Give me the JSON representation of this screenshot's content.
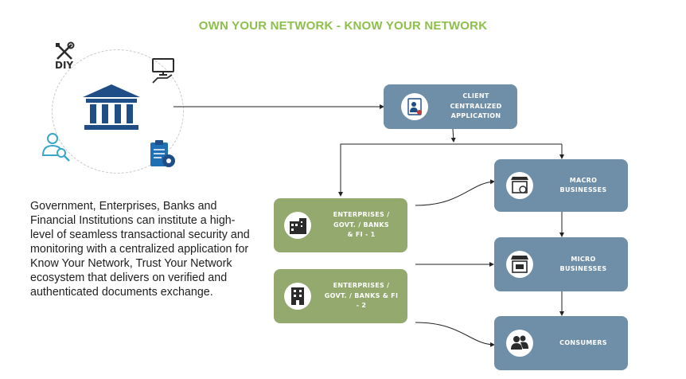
{
  "title": "OWN YOUR NETWORK - KNOW YOUR NETWORK",
  "diy_label": "DIY",
  "description": "Government, Enterprises, Banks and Financial Institutions can institute a high-level of seamless transactional security and monitoring with a centralized application for Know Your Network, Trust Your Network ecosystem that delivers on verified and authenticated documents exchange.",
  "nodes": {
    "client": "CLIENT\nCENTRALIZED\nAPPLICATION",
    "enterprise1": "ENTERPRISES  /\nGOVT.  / BANKS\n& FI - 1",
    "enterprise2": "ENTERPRISES  /\nGOVT. / BANKS & FI\n- 2",
    "macro": "MACRO\nBUSINESSES",
    "micro": "MICRO\nBUSINESSES",
    "consumers": "CONSUMERS"
  },
  "icons": {
    "hub": "bank-building-icon",
    "diy": "tools-icon",
    "monitor": "monitor-hand-icon",
    "inspector": "person-search-icon",
    "clipboard": "clipboard-icon",
    "client": "user-settings-icon",
    "enterprise1": "city-building-icon",
    "enterprise2": "office-building-icon",
    "macro": "store-person-icon",
    "micro": "store-icon",
    "consumers": "users-icon"
  },
  "colors": {
    "title": "#8dc04a",
    "blue_box": "#6f8fa9",
    "green_box": "#93a96e",
    "icon_blue": "#1f4e87"
  }
}
